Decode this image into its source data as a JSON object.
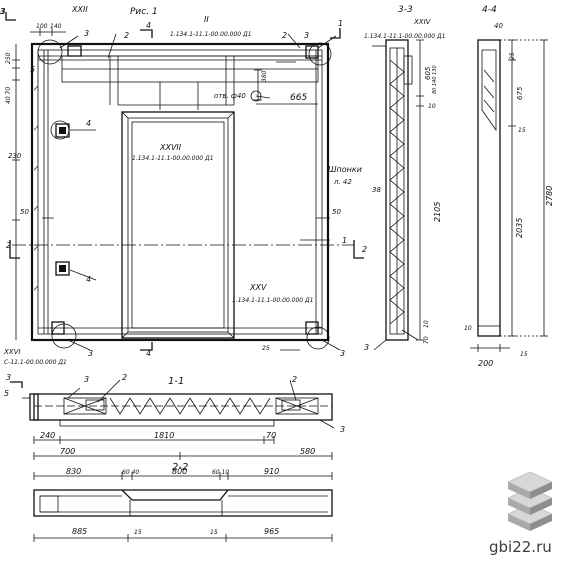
{
  "figure_title": "Рис. 1",
  "sections": {
    "s11": "1-1",
    "s22": "2-2",
    "s33": "3-3",
    "s44": "4-4"
  },
  "callouts": {
    "c1": "1",
    "c2": "2",
    "c3": "3",
    "c4": "4",
    "c5": "5"
  },
  "nodes": {
    "top": "II",
    "xxii": "XXII",
    "xxiv": "XXIV",
    "xxv": "XXV",
    "xxvi": "XXVI",
    "xxvii": "XXVII"
  },
  "refs": {
    "r1": "1.134.1-11.1-00.00.000 Д1",
    "r2": "1.134.1-11.1-00.00.000 Д1",
    "r3": "1.134.1-11.1-00.00.000 Д1",
    "r4": "1.134.1-11.1-00.00.000 Д1",
    "r5": "С-11.1-00.00.000 Д1"
  },
  "notes": {
    "hole": "отв. ф40",
    "keys": "Шпонки",
    "keys_ref": "л. 42"
  },
  "dims": {
    "d100": "100",
    "d140": "140",
    "d250": "250",
    "d4070": "40 70",
    "d380": "380",
    "d665": "665",
    "d230": "230",
    "d50a": "50",
    "d50b": "50",
    "d25": "25",
    "d605": "605",
    "d80140130": "80 140 130",
    "d10": "10",
    "d38": "38",
    "d2105": "2105",
    "d10b": "10",
    "d70": "70",
    "d40": "40",
    "d25b": "25",
    "d675": "675",
    "d15": "15",
    "d2035": "2035",
    "d2780": "2780",
    "d10c": "10",
    "d200": "200",
    "d15b": "15",
    "d240": "240",
    "d1810": "1810",
    "d70b": "70",
    "d700": "700",
    "d580": "580",
    "d830": "830",
    "d6040": "60 40",
    "d800": "800",
    "d6010": "60 10",
    "d910": "910",
    "d885": "885",
    "d15c": "15",
    "d15d": "15",
    "d965": "965"
  },
  "watermark": "gbi22.ru"
}
